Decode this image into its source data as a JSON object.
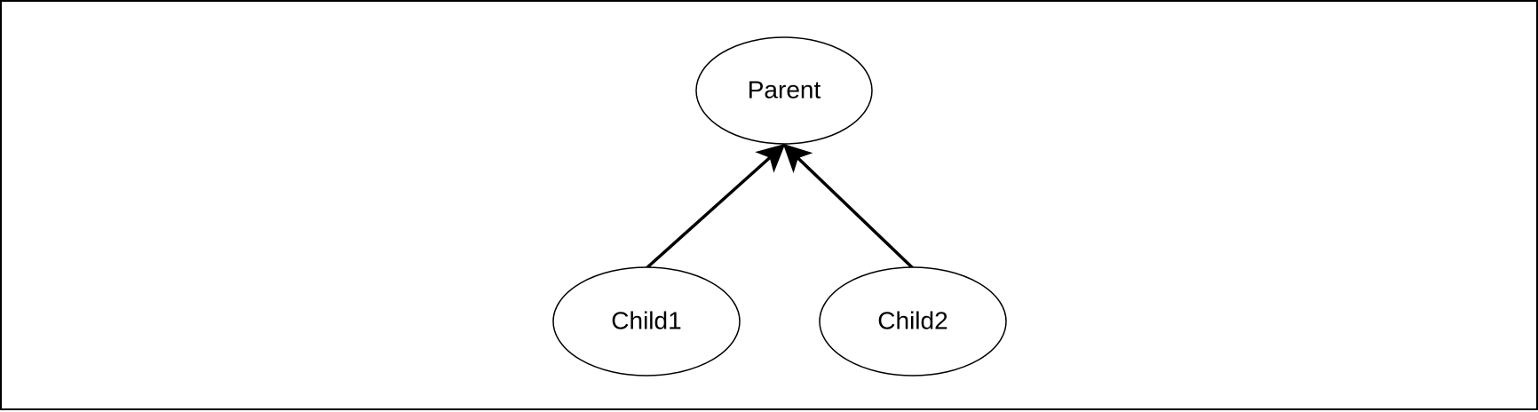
{
  "diagram": {
    "nodes": [
      {
        "id": "parent",
        "label": "Parent"
      },
      {
        "id": "child1",
        "label": "Child1"
      },
      {
        "id": "child2",
        "label": "Child2"
      }
    ],
    "edges": [
      {
        "from": "child1",
        "to": "parent"
      },
      {
        "from": "child2",
        "to": "parent"
      }
    ],
    "colors": {
      "stroke": "#000000",
      "fill": "#ffffff",
      "text": "#000000"
    }
  }
}
